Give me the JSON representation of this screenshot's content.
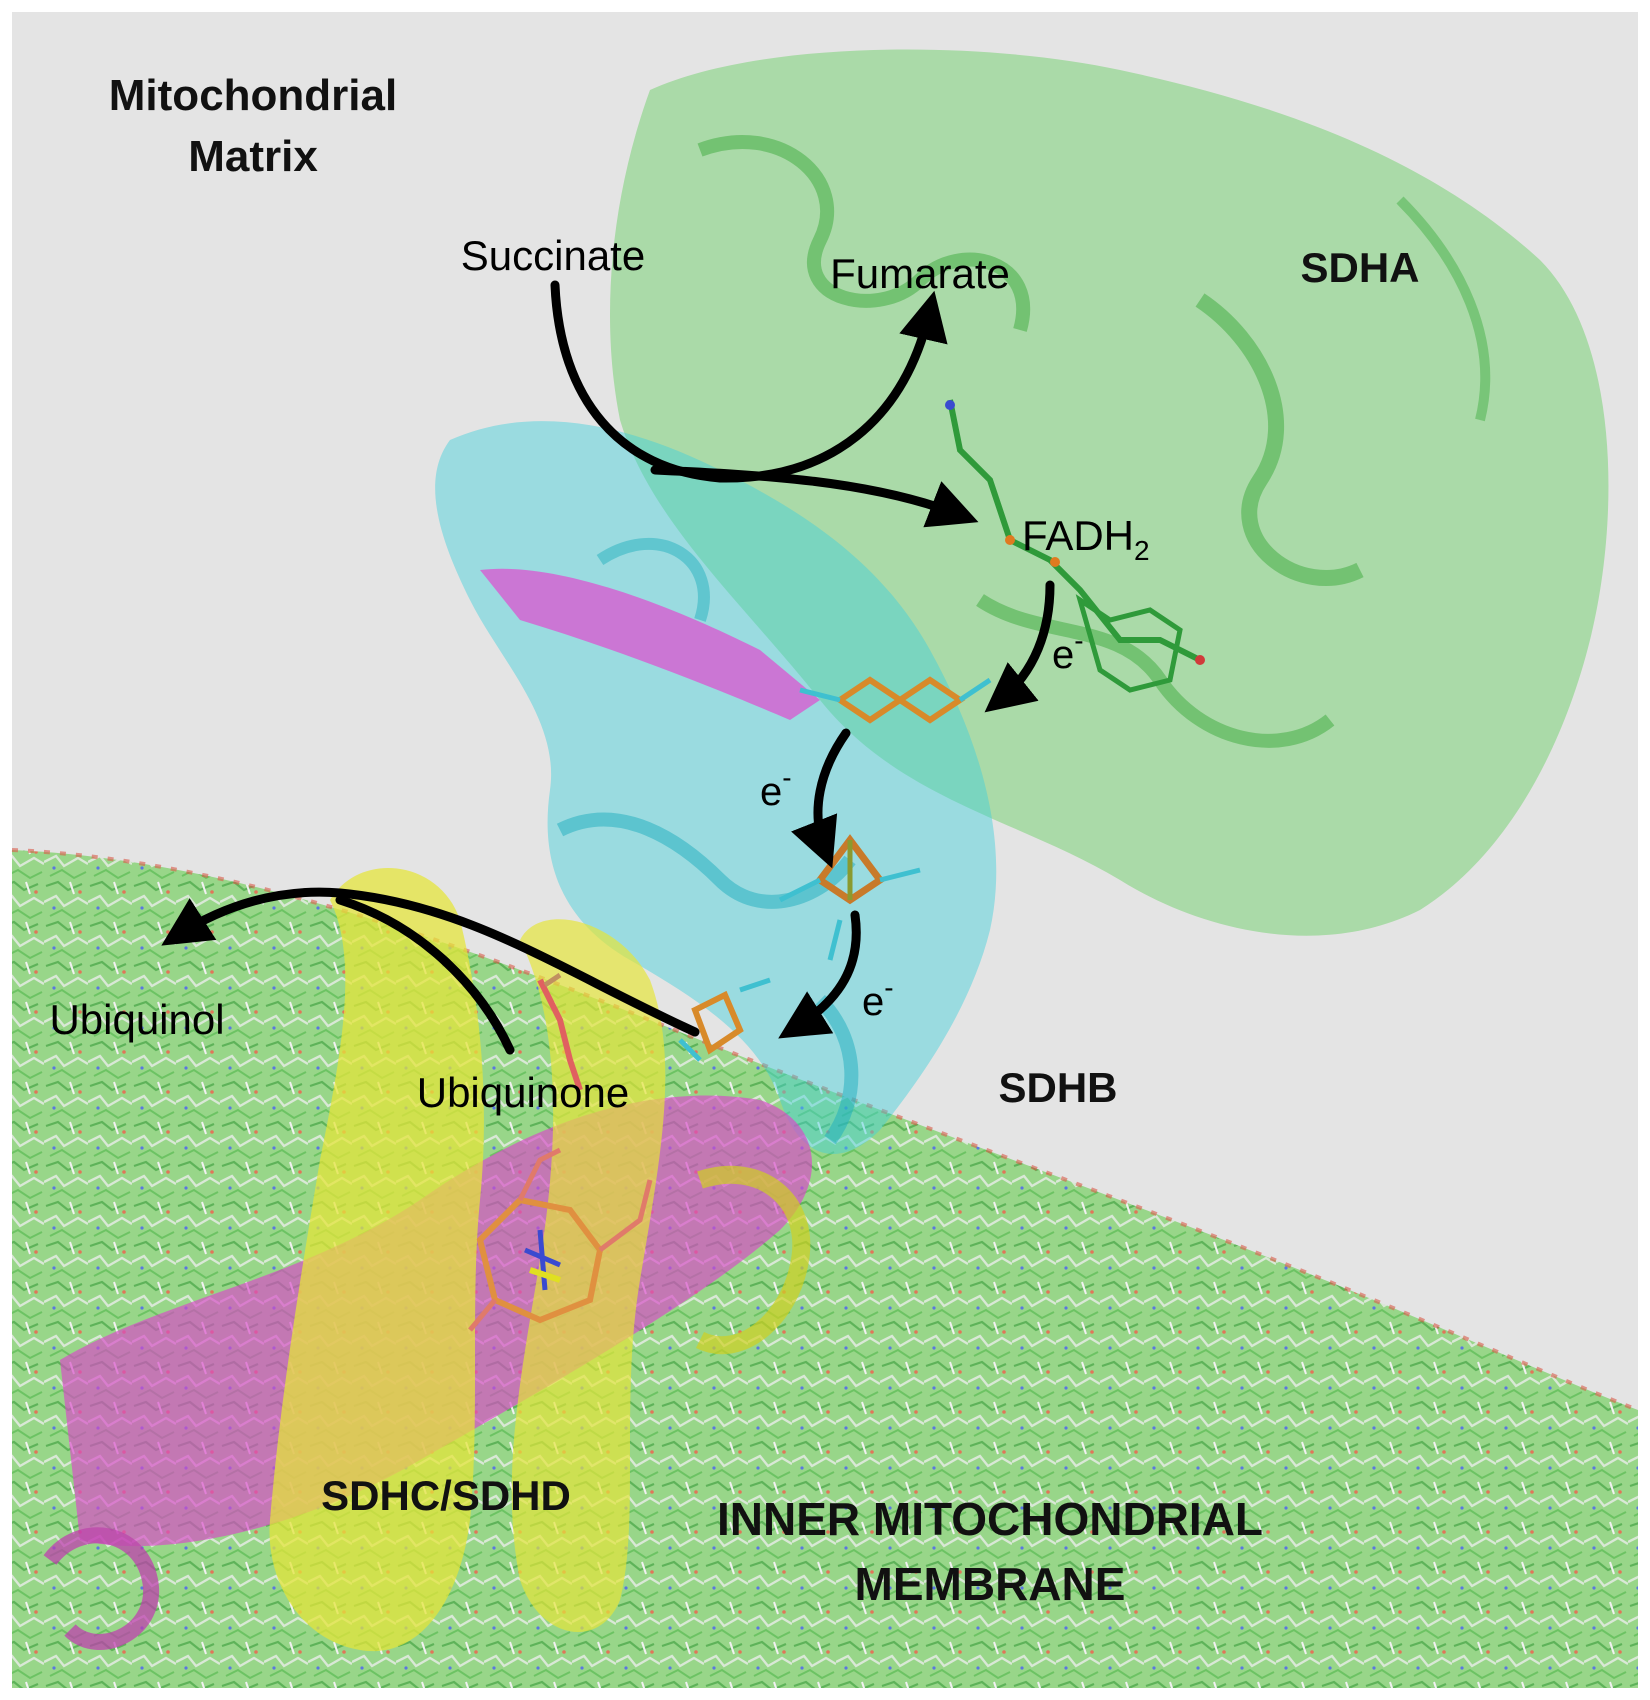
{
  "regions": {
    "matrix_line1": "Mitochondrial",
    "matrix_line2": "Matrix",
    "membrane_line1": "INNER MITOCHONDRIAL",
    "membrane_line2": "MEMBRANE"
  },
  "subunits": {
    "sdha": "SDHA",
    "sdhb": "SDHB",
    "sdhc_sdhd": "SDHC/SDHD"
  },
  "molecules": {
    "succinate": "Succinate",
    "fumarate": "Fumarate",
    "fadh2_base": "FADH",
    "fadh2_sub": "2",
    "ubiquinone": "Ubiquinone",
    "ubiquinol": "Ubiquinol"
  },
  "electron": {
    "symbol": "e",
    "charge": "-"
  },
  "colors": {
    "background": "#e4e4e4",
    "sdha": "#5fcf5f",
    "sdhb": "#3fd0dc",
    "sdhc": "#e04fd0",
    "sdhd": "#e3e33a",
    "lipid": "#7fcf6f",
    "arrow": "#000000"
  }
}
